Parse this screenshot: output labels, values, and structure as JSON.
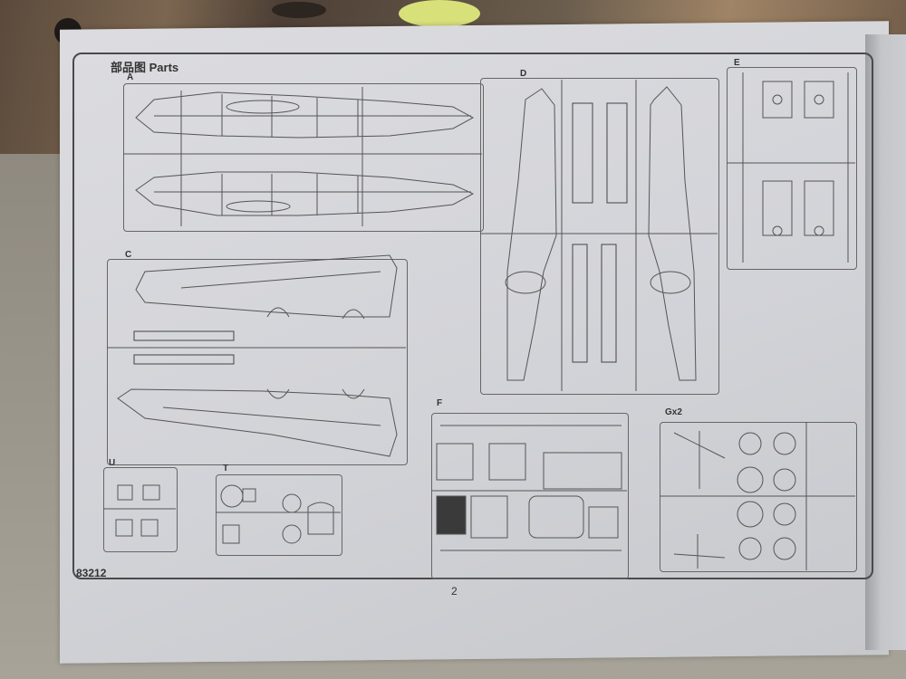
{
  "header": {
    "title_cn": "部品图",
    "title_en": "Parts"
  },
  "sprues": [
    {
      "id": "a",
      "label": "A"
    },
    {
      "id": "c",
      "label": "C"
    },
    {
      "id": "d",
      "label": "D"
    },
    {
      "id": "e",
      "label": "E"
    },
    {
      "id": "f",
      "label": "F"
    },
    {
      "id": "g",
      "label": "Gx2"
    },
    {
      "id": "u",
      "label": "U"
    },
    {
      "id": "t",
      "label": "T"
    }
  ],
  "footer": {
    "kit_number": "83212",
    "page_number": "2"
  },
  "colors": {
    "paper": "#d4d5da",
    "line": "#555555",
    "frame": "#4a4a4e"
  }
}
